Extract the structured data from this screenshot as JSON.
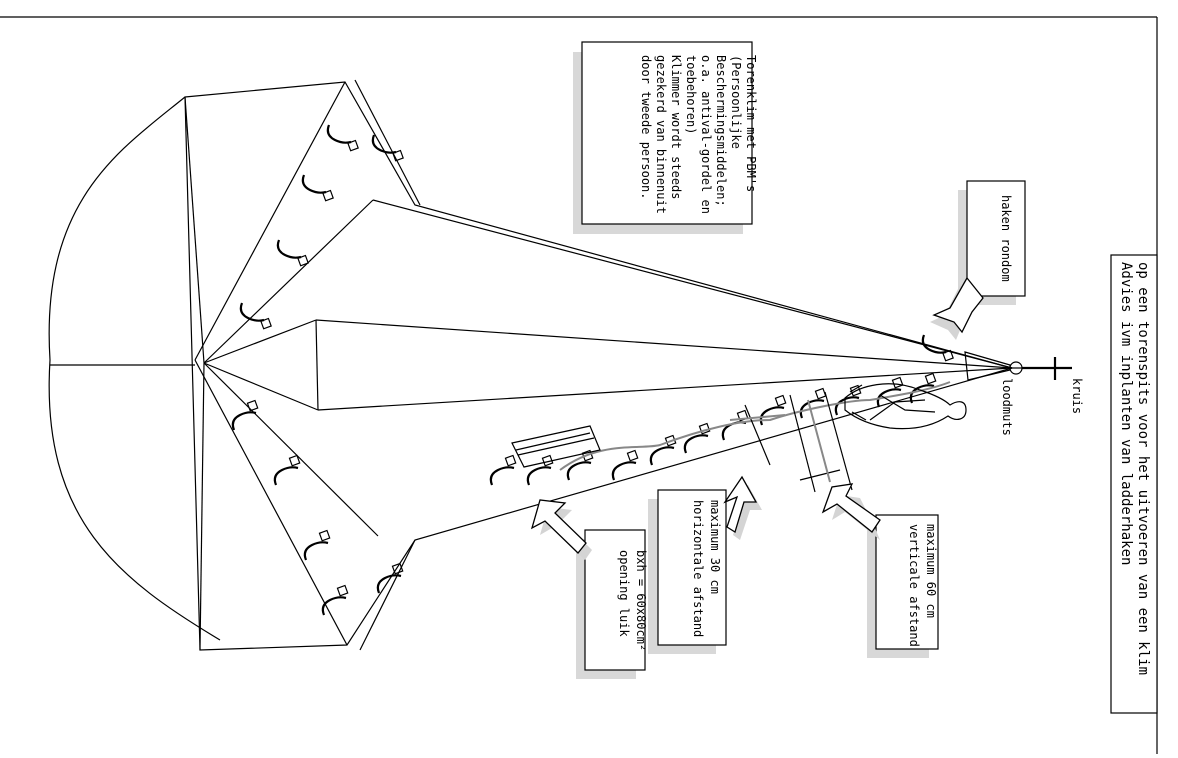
{
  "title_lines": [
    "Advies ivm inplanten van ladderhaken",
    "op een torenspits voor het uitvoeren van een klim"
  ],
  "note_lines": [
    "Torenklim met PBM's",
    "(Persoonlijke",
    "Beschermingsmiddelen;",
    "o.a. antival-gordel en",
    "toebehoren)",
    "",
    "Klimmer wordt steeds",
    "gezekerd van binnenuit",
    "door tweede persoon."
  ],
  "labels": {
    "haken": [
      "haken rondom"
    ],
    "vertical": [
      "verticale afstand",
      "maximum 60 cm"
    ],
    "horizontal": [
      "horizontale afstand",
      "maximum 30 cm"
    ],
    "opening": [
      "opening luik",
      "bxh = 60x80cm²"
    ],
    "kruis": "kruis",
    "loodmuts": "loodmuts"
  },
  "colors": {
    "line": "#000000",
    "rope": "#888888",
    "shadow": "#d8d8d8"
  },
  "icons": [
    "ladder-hook-icon",
    "climber-figure-icon",
    "hatch-icon",
    "cross-icon",
    "pointer-arrow-icon"
  ]
}
